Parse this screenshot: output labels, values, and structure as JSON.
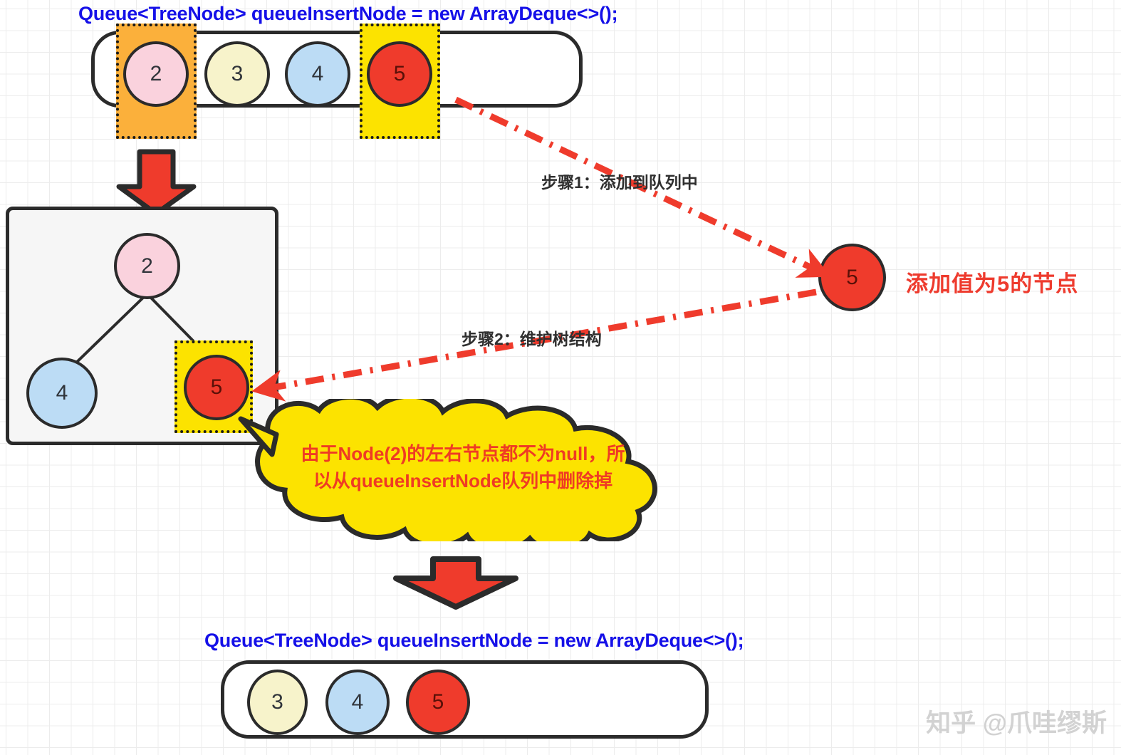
{
  "captions": {
    "top_code": "Queue<TreeNode> queueInsertNode = new ArrayDeque<>();",
    "bottom_code": "Queue<TreeNode> queueInsertNode = new ArrayDeque<>();"
  },
  "top_queue": {
    "name": "queueInsertNode",
    "nodes": [
      {
        "value": "2",
        "color": "pink",
        "highlight": "orange"
      },
      {
        "value": "3",
        "color": "cream",
        "highlight": "none"
      },
      {
        "value": "4",
        "color": "blue",
        "highlight": "none"
      },
      {
        "value": "5",
        "color": "red",
        "highlight": "yellow"
      }
    ]
  },
  "tree": {
    "root": {
      "value": "2",
      "color": "pink",
      "highlight": "none"
    },
    "left": {
      "value": "4",
      "color": "blue",
      "highlight": "none"
    },
    "right": {
      "value": "5",
      "color": "red",
      "highlight": "yellow"
    }
  },
  "new_node": {
    "value": "5",
    "color": "red"
  },
  "labels": {
    "step1": "步骤1：添加到队列中",
    "step2": "步骤2：维护树结构",
    "new_node_annotation": "添加值为5的节点"
  },
  "cloud": {
    "line1": "由于Node(2)的左右节点都不为null，所",
    "line2": "以从queueInsertNode队列中删除掉"
  },
  "bottom_queue": {
    "nodes": [
      {
        "value": "3",
        "color": "cream"
      },
      {
        "value": "4",
        "color": "blue"
      },
      {
        "value": "5",
        "color": "red"
      }
    ]
  },
  "watermark": "知乎 @爪哇缪斯",
  "colors": {
    "code_blue": "#1510e8",
    "accent_red": "#ee3b2e",
    "highlight_orange": "#fbb03b",
    "highlight_yellow": "#fce300",
    "node_pink": "#fad2dd",
    "node_cream": "#f7f3cb",
    "node_blue": "#bcdcf5",
    "node_red": "#ef3b2c",
    "outline": "#2b2b2b"
  },
  "icons": {
    "down_arrow_1": "down-arrow-icon",
    "down_arrow_2": "down-arrow-icon",
    "step1_connector": "dash-dot-arrow-icon",
    "step2_connector": "dash-dot-arrow-icon"
  }
}
